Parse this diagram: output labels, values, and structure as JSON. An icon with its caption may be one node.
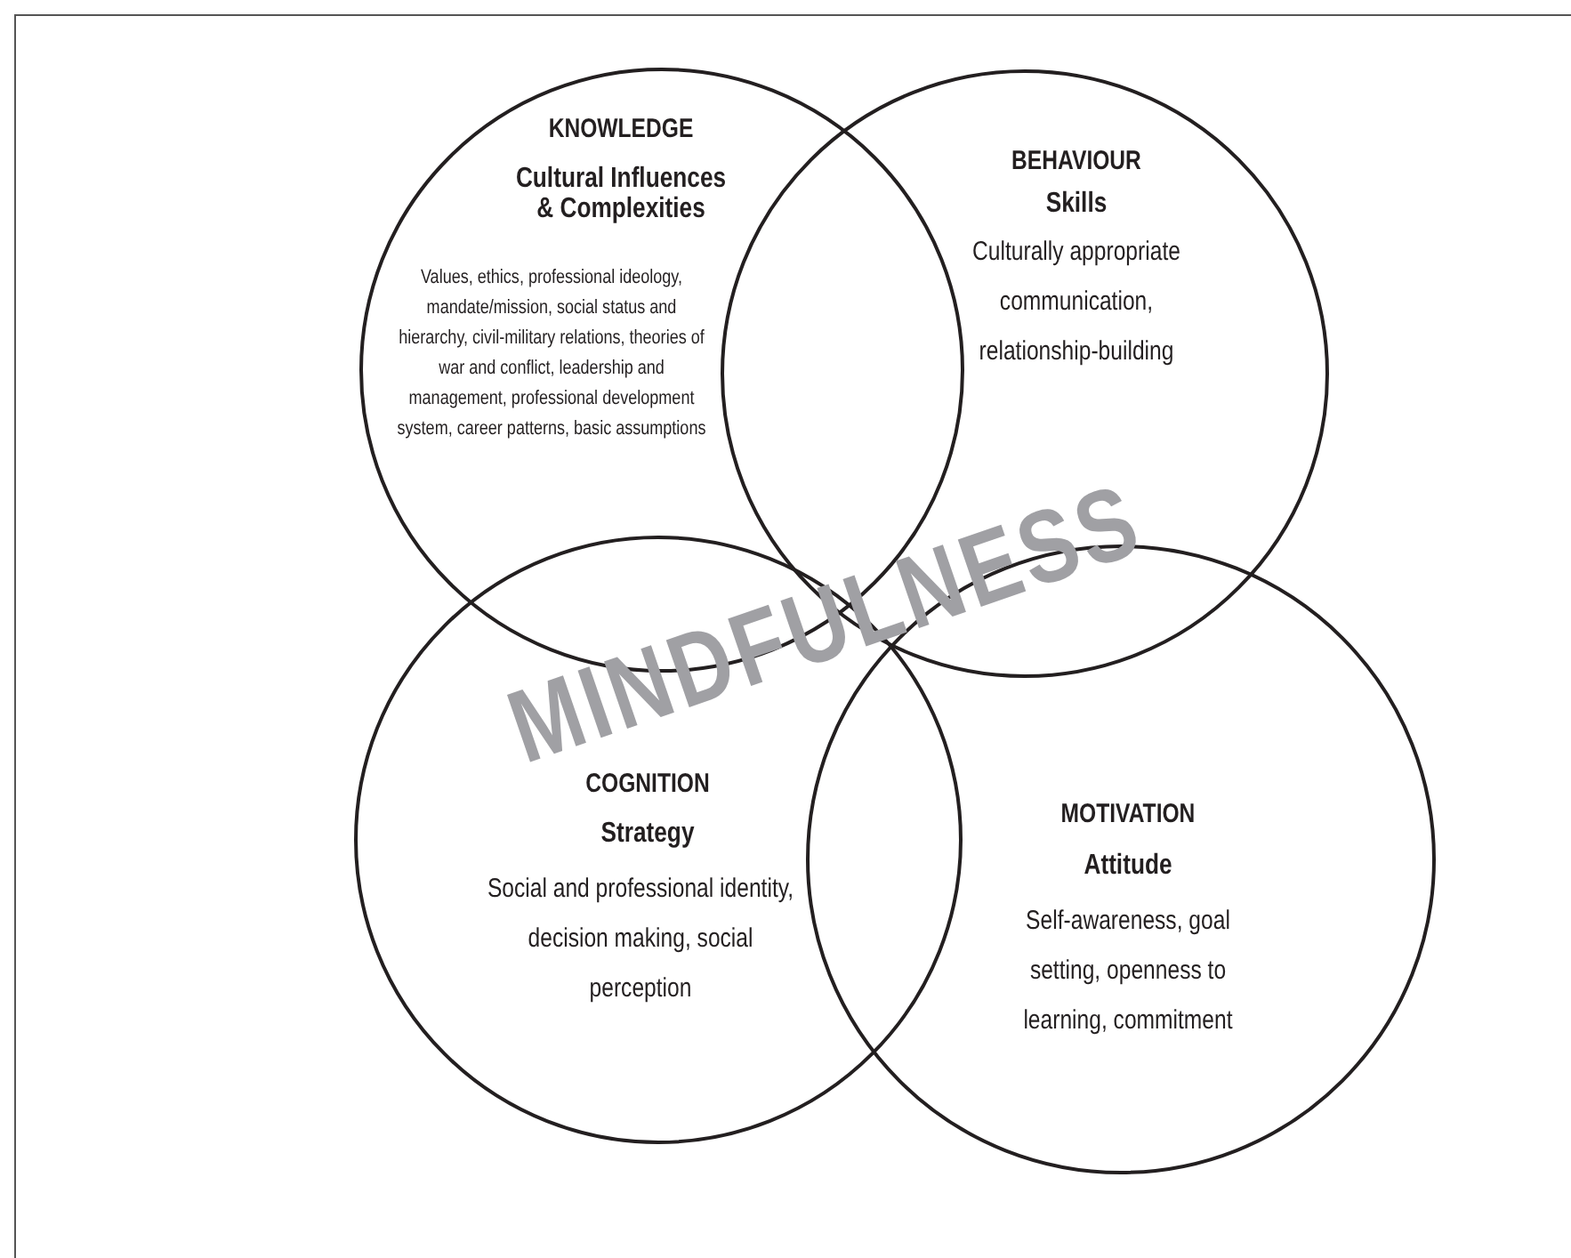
{
  "diagram": {
    "nodes": [
      {
        "text": [
          "KNOWLEDGE",
          "Cultural Influences & Complexities",
          "Values, ethics, professional ideology, mandate/mission, social status and hierarchy, civil-military relations, theories of war and conflict, leadership and management, professional development system, career patterns, basic assumptions"
        ]
      },
      {
        "text": [
          "BEHAVIOUR",
          "Skills",
          "Culturally appropriate communication, relationship-building"
        ]
      },
      {
        "text": [
          "COGNITION",
          "Strategy",
          "Social and professional identity, decision making, social perception"
        ]
      },
      {
        "text": [
          "MOTIVATION",
          "Attitude",
          "Self-awareness, goal setting, openness to learning, commitment"
        ]
      }
    ],
    "labels": [
      "MINDFULNESS"
    ]
  }
}
